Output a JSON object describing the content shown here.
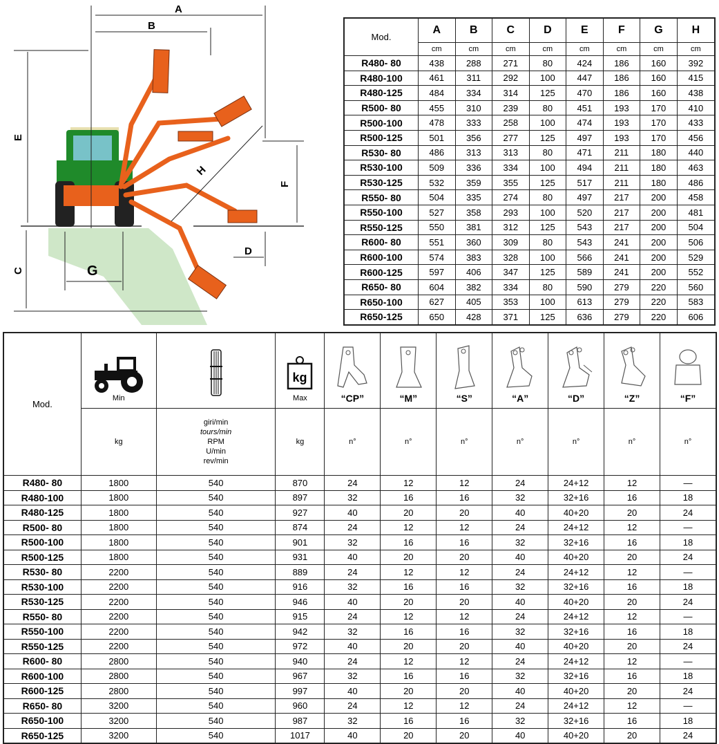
{
  "diagram": {
    "labels": [
      "A",
      "B",
      "C",
      "D",
      "E",
      "F",
      "G",
      "H"
    ],
    "colors": {
      "arm": "#e8611c",
      "tractor": "#1f8a2a",
      "ground": "#cfe7c8"
    }
  },
  "dimensions_table": {
    "mod_header": "Mod.",
    "columns": [
      "A",
      "B",
      "C",
      "D",
      "E",
      "F",
      "G",
      "H"
    ],
    "unit": "cm",
    "rows": [
      {
        "model": "R480- 80",
        "values": [
          "438",
          "288",
          "271",
          "80",
          "424",
          "186",
          "160",
          "392"
        ]
      },
      {
        "model": "R480-100",
        "values": [
          "461",
          "311",
          "292",
          "100",
          "447",
          "186",
          "160",
          "415"
        ]
      },
      {
        "model": "R480-125",
        "values": [
          "484",
          "334",
          "314",
          "125",
          "470",
          "186",
          "160",
          "438"
        ]
      },
      {
        "model": "R500- 80",
        "values": [
          "455",
          "310",
          "239",
          "80",
          "451",
          "193",
          "170",
          "410"
        ]
      },
      {
        "model": "R500-100",
        "values": [
          "478",
          "333",
          "258",
          "100",
          "474",
          "193",
          "170",
          "433"
        ]
      },
      {
        "model": "R500-125",
        "values": [
          "501",
          "356",
          "277",
          "125",
          "497",
          "193",
          "170",
          "456"
        ]
      },
      {
        "model": "R530- 80",
        "values": [
          "486",
          "313",
          "313",
          "80",
          "471",
          "211",
          "180",
          "440"
        ]
      },
      {
        "model": "R530-100",
        "values": [
          "509",
          "336",
          "334",
          "100",
          "494",
          "211",
          "180",
          "463"
        ]
      },
      {
        "model": "R530-125",
        "values": [
          "532",
          "359",
          "355",
          "125",
          "517",
          "211",
          "180",
          "486"
        ]
      },
      {
        "model": "R550- 80",
        "values": [
          "504",
          "335",
          "274",
          "80",
          "497",
          "217",
          "200",
          "458"
        ]
      },
      {
        "model": "R550-100",
        "values": [
          "527",
          "358",
          "293",
          "100",
          "520",
          "217",
          "200",
          "481"
        ]
      },
      {
        "model": "R550-125",
        "values": [
          "550",
          "381",
          "312",
          "125",
          "543",
          "217",
          "200",
          "504"
        ]
      },
      {
        "model": "R600- 80",
        "values": [
          "551",
          "360",
          "309",
          "80",
          "543",
          "241",
          "200",
          "506"
        ]
      },
      {
        "model": "R600-100",
        "values": [
          "574",
          "383",
          "328",
          "100",
          "566",
          "241",
          "200",
          "529"
        ]
      },
      {
        "model": "R600-125",
        "values": [
          "597",
          "406",
          "347",
          "125",
          "589",
          "241",
          "200",
          "552"
        ]
      },
      {
        "model": "R650- 80",
        "values": [
          "604",
          "382",
          "334",
          "80",
          "590",
          "279",
          "220",
          "560"
        ]
      },
      {
        "model": "R650-100",
        "values": [
          "627",
          "405",
          "353",
          "100",
          "613",
          "279",
          "220",
          "583"
        ]
      },
      {
        "model": "R650-125",
        "values": [
          "650",
          "428",
          "371",
          "125",
          "636",
          "279",
          "220",
          "606"
        ]
      }
    ]
  },
  "specs_table": {
    "mod_header": "Mod.",
    "tractor_caption": "Min",
    "weight_caption": "Max",
    "kg_icon_text": "kg",
    "blades": [
      "“CP”",
      "“M”",
      "“S”",
      "“A”",
      "“D”",
      "“Z”",
      "“F”"
    ],
    "units": {
      "tractor": "kg",
      "rpm": [
        "giri/min",
        "tours/min",
        "RPM",
        "U/min",
        "rev/min"
      ],
      "weight": "kg",
      "blade": "n°"
    },
    "rows": [
      {
        "model": "R480- 80",
        "values": [
          "1800",
          "540",
          "870",
          "24",
          "12",
          "12",
          "24",
          "24+12",
          "12",
          "—"
        ]
      },
      {
        "model": "R480-100",
        "values": [
          "1800",
          "540",
          "897",
          "32",
          "16",
          "16",
          "32",
          "32+16",
          "16",
          "18"
        ]
      },
      {
        "model": "R480-125",
        "values": [
          "1800",
          "540",
          "927",
          "40",
          "20",
          "20",
          "40",
          "40+20",
          "20",
          "24"
        ]
      },
      {
        "model": "R500- 80",
        "values": [
          "1800",
          "540",
          "874",
          "24",
          "12",
          "12",
          "24",
          "24+12",
          "12",
          "—"
        ]
      },
      {
        "model": "R500-100",
        "values": [
          "1800",
          "540",
          "901",
          "32",
          "16",
          "16",
          "32",
          "32+16",
          "16",
          "18"
        ]
      },
      {
        "model": "R500-125",
        "values": [
          "1800",
          "540",
          "931",
          "40",
          "20",
          "20",
          "40",
          "40+20",
          "20",
          "24"
        ]
      },
      {
        "model": "R530- 80",
        "values": [
          "2200",
          "540",
          "889",
          "24",
          "12",
          "12",
          "24",
          "24+12",
          "12",
          "—"
        ]
      },
      {
        "model": "R530-100",
        "values": [
          "2200",
          "540",
          "916",
          "32",
          "16",
          "16",
          "32",
          "32+16",
          "16",
          "18"
        ]
      },
      {
        "model": "R530-125",
        "values": [
          "2200",
          "540",
          "946",
          "40",
          "20",
          "20",
          "40",
          "40+20",
          "20",
          "24"
        ]
      },
      {
        "model": "R550- 80",
        "values": [
          "2200",
          "540",
          "915",
          "24",
          "12",
          "12",
          "24",
          "24+12",
          "12",
          "—"
        ]
      },
      {
        "model": "R550-100",
        "values": [
          "2200",
          "540",
          "942",
          "32",
          "16",
          "16",
          "32",
          "32+16",
          "16",
          "18"
        ]
      },
      {
        "model": "R550-125",
        "values": [
          "2200",
          "540",
          "972",
          "40",
          "20",
          "20",
          "40",
          "40+20",
          "20",
          "24"
        ]
      },
      {
        "model": "R600- 80",
        "values": [
          "2800",
          "540",
          "940",
          "24",
          "12",
          "12",
          "24",
          "24+12",
          "12",
          "—"
        ]
      },
      {
        "model": "R600-100",
        "values": [
          "2800",
          "540",
          "967",
          "32",
          "16",
          "16",
          "32",
          "32+16",
          "16",
          "18"
        ]
      },
      {
        "model": "R600-125",
        "values": [
          "2800",
          "540",
          "997",
          "40",
          "20",
          "20",
          "40",
          "40+20",
          "20",
          "24"
        ]
      },
      {
        "model": "R650- 80",
        "values": [
          "3200",
          "540",
          "960",
          "24",
          "12",
          "12",
          "24",
          "24+12",
          "12",
          "—"
        ]
      },
      {
        "model": "R650-100",
        "values": [
          "3200",
          "540",
          "987",
          "32",
          "16",
          "16",
          "32",
          "32+16",
          "16",
          "18"
        ]
      },
      {
        "model": "R650-125",
        "values": [
          "3200",
          "540",
          "1017",
          "40",
          "20",
          "20",
          "40",
          "40+20",
          "20",
          "24"
        ]
      }
    ]
  }
}
